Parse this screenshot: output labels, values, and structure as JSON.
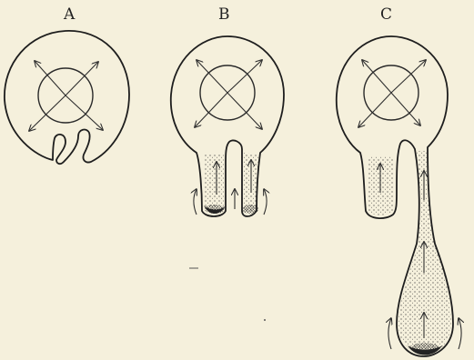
{
  "figure": {
    "panels": [
      {
        "id": "a",
        "label": "A"
      },
      {
        "id": "b",
        "label": "B"
      },
      {
        "id": "c",
        "label": "C"
      }
    ]
  }
}
